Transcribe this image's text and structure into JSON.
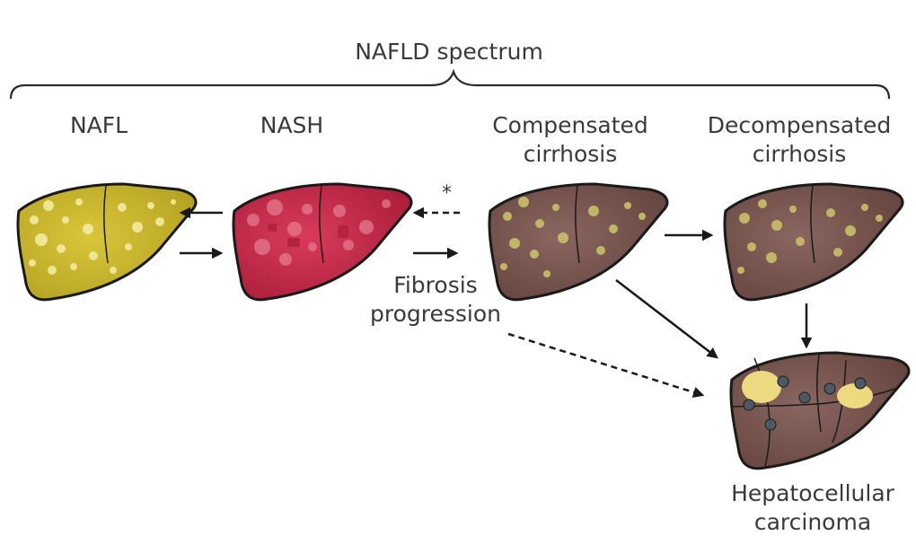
{
  "spectrum_label": "NAFLD spectrum",
  "stages": {
    "nafl": "NAFL",
    "nash": "NASH",
    "compensated": [
      "Compensated",
      "cirrhosis"
    ],
    "decompensated": [
      "Decompensated",
      "cirrhosis"
    ],
    "hcc": [
      "Hepatocellular",
      "carcinoma"
    ]
  },
  "fibrosis": [
    "Fibrosis",
    "progression"
  ],
  "asterisk": "*",
  "colors": {
    "nafl": "#c9b52a",
    "nash": "#c92a49",
    "cirrhosis": "#7a5750",
    "fat": "#efe08c",
    "nodule": "#4b5a66",
    "outline": "#1a1a1a",
    "text": "#3a3a3a"
  }
}
